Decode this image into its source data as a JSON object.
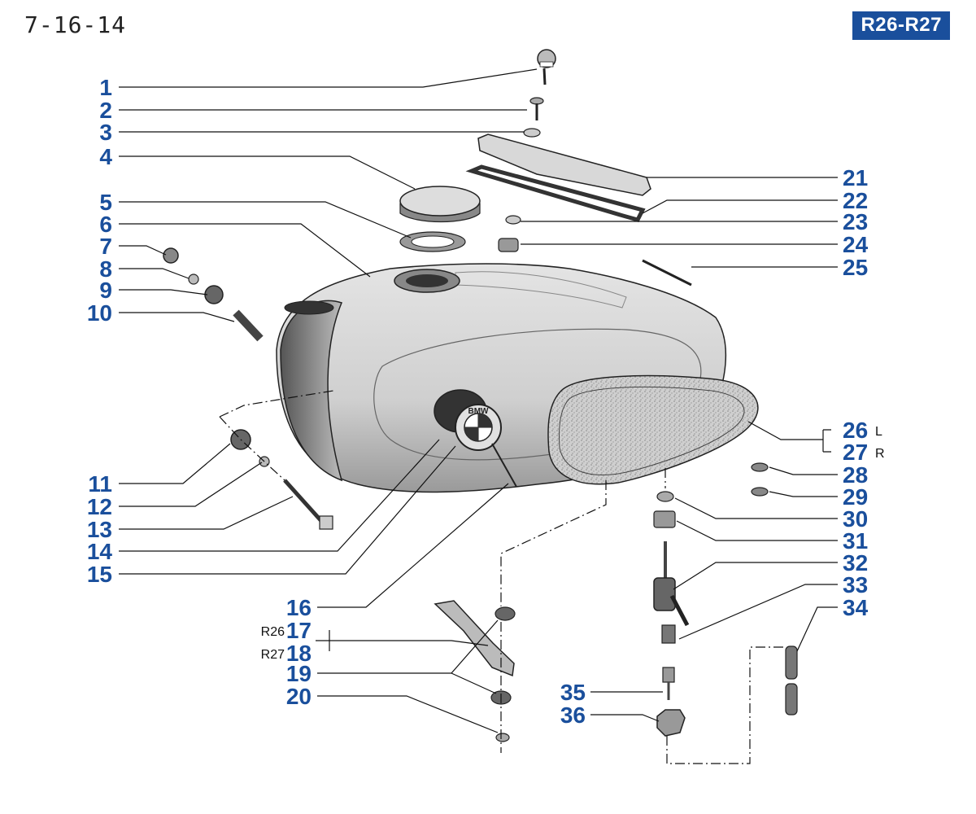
{
  "header": {
    "page_id": "7-16-14",
    "model_badge": "R26-R27"
  },
  "callouts": [
    {
      "num": "1"
    },
    {
      "num": "2"
    },
    {
      "num": "3"
    },
    {
      "num": "4"
    },
    {
      "num": "5"
    },
    {
      "num": "6"
    },
    {
      "num": "7"
    },
    {
      "num": "8"
    },
    {
      "num": "9"
    },
    {
      "num": "10"
    },
    {
      "num": "11"
    },
    {
      "num": "12"
    },
    {
      "num": "13"
    },
    {
      "num": "14"
    },
    {
      "num": "15"
    },
    {
      "num": "16"
    },
    {
      "num": "17"
    },
    {
      "num": "18"
    },
    {
      "num": "19"
    },
    {
      "num": "20"
    },
    {
      "num": "21"
    },
    {
      "num": "22"
    },
    {
      "num": "23"
    },
    {
      "num": "24"
    },
    {
      "num": "25"
    },
    {
      "num": "26"
    },
    {
      "num": "27"
    },
    {
      "num": "28"
    },
    {
      "num": "29"
    },
    {
      "num": "30"
    },
    {
      "num": "31"
    },
    {
      "num": "32"
    },
    {
      "num": "33"
    },
    {
      "num": "34"
    },
    {
      "num": "35"
    },
    {
      "num": "36"
    }
  ],
  "qualifiers": {
    "c17": "R26",
    "c18": "R27",
    "c26": "L",
    "c27": "R"
  },
  "emblem": {
    "text": "BMW"
  }
}
